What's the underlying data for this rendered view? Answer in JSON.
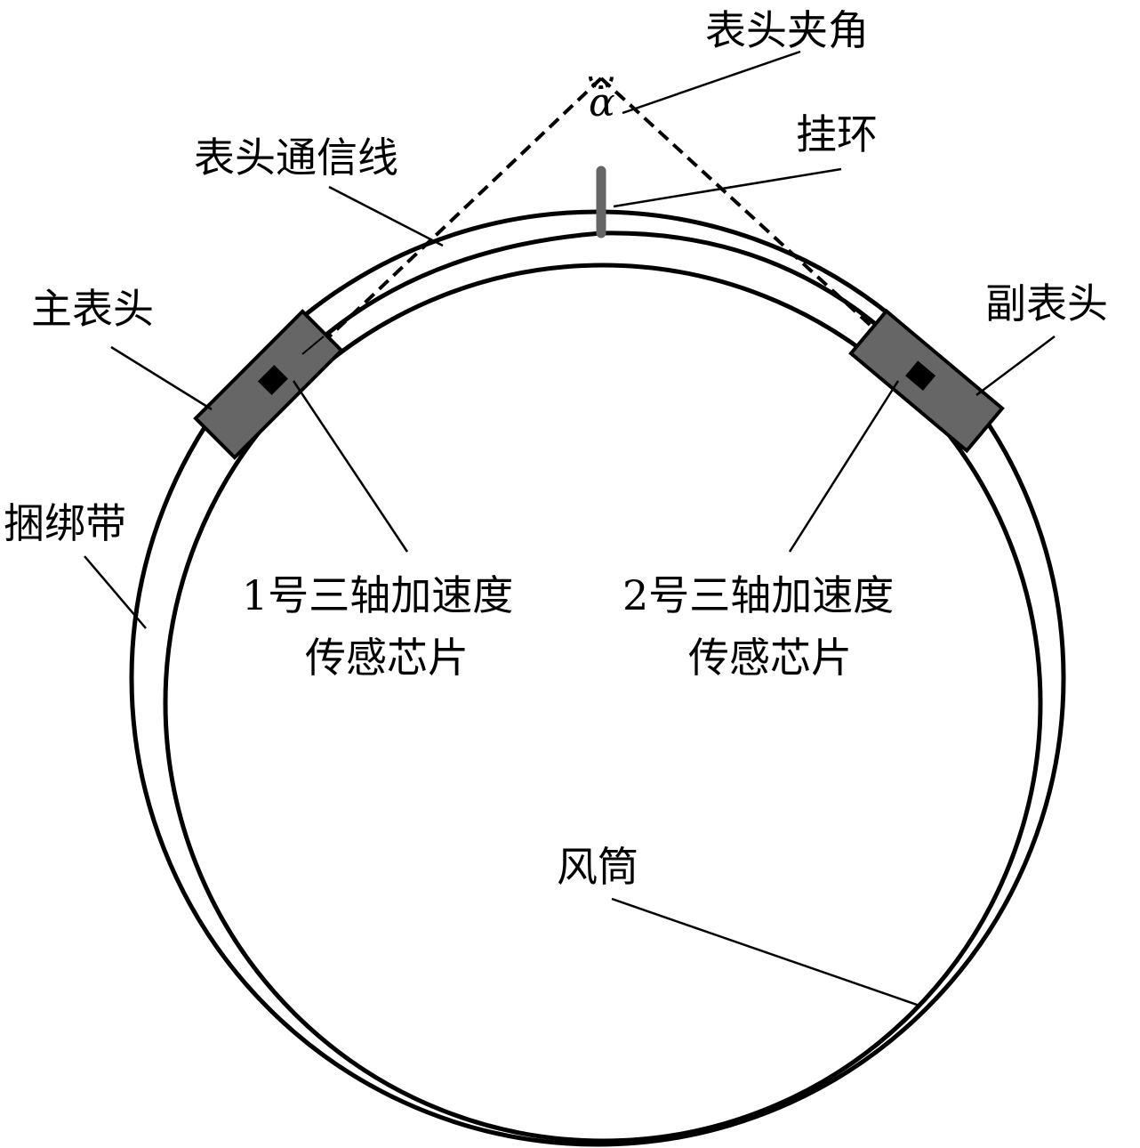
{
  "labels": {
    "meter_angle": "表头夹角",
    "alpha": "α",
    "comm_line": "表头通信线",
    "hanging_ring": "挂环",
    "main_meter": "主表头",
    "sub_meter": "副表头",
    "strap": "捆绑带",
    "sensor1_line1": "1号三轴加速度",
    "sensor1_line2": "传感芯片",
    "sensor2_line1": "2号三轴加速度",
    "sensor2_line2": "传感芯片",
    "duct": "风筒"
  },
  "colors": {
    "meter_fill": "#666666",
    "ring_color": "#666666",
    "chip_fill": "#000000",
    "line_color": "#000000"
  }
}
